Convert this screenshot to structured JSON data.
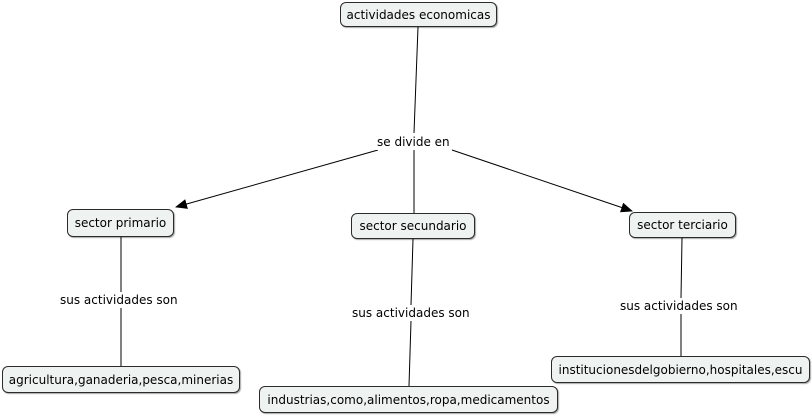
{
  "concepts": {
    "root": "actividades economicas",
    "primario": "sector primario",
    "secundario": "sector secundario",
    "terciario": "sector terciario",
    "primario_detail": "agricultura,ganaderia,pesca,minerias",
    "secundario_detail": "industrias,como,alimentos,ropa,medicamentos",
    "terciario_detail": "institucionesdelgobierno,hospitales,escu"
  },
  "links": {
    "divide": "se divide en",
    "act_primario": "sus actividades son",
    "act_secundario": "sus actividades son",
    "act_terciario": "sus actividades son"
  },
  "colors": {
    "node_fill": "#eef3f2",
    "node_border": "#2b2b2b",
    "line": "#000000"
  }
}
